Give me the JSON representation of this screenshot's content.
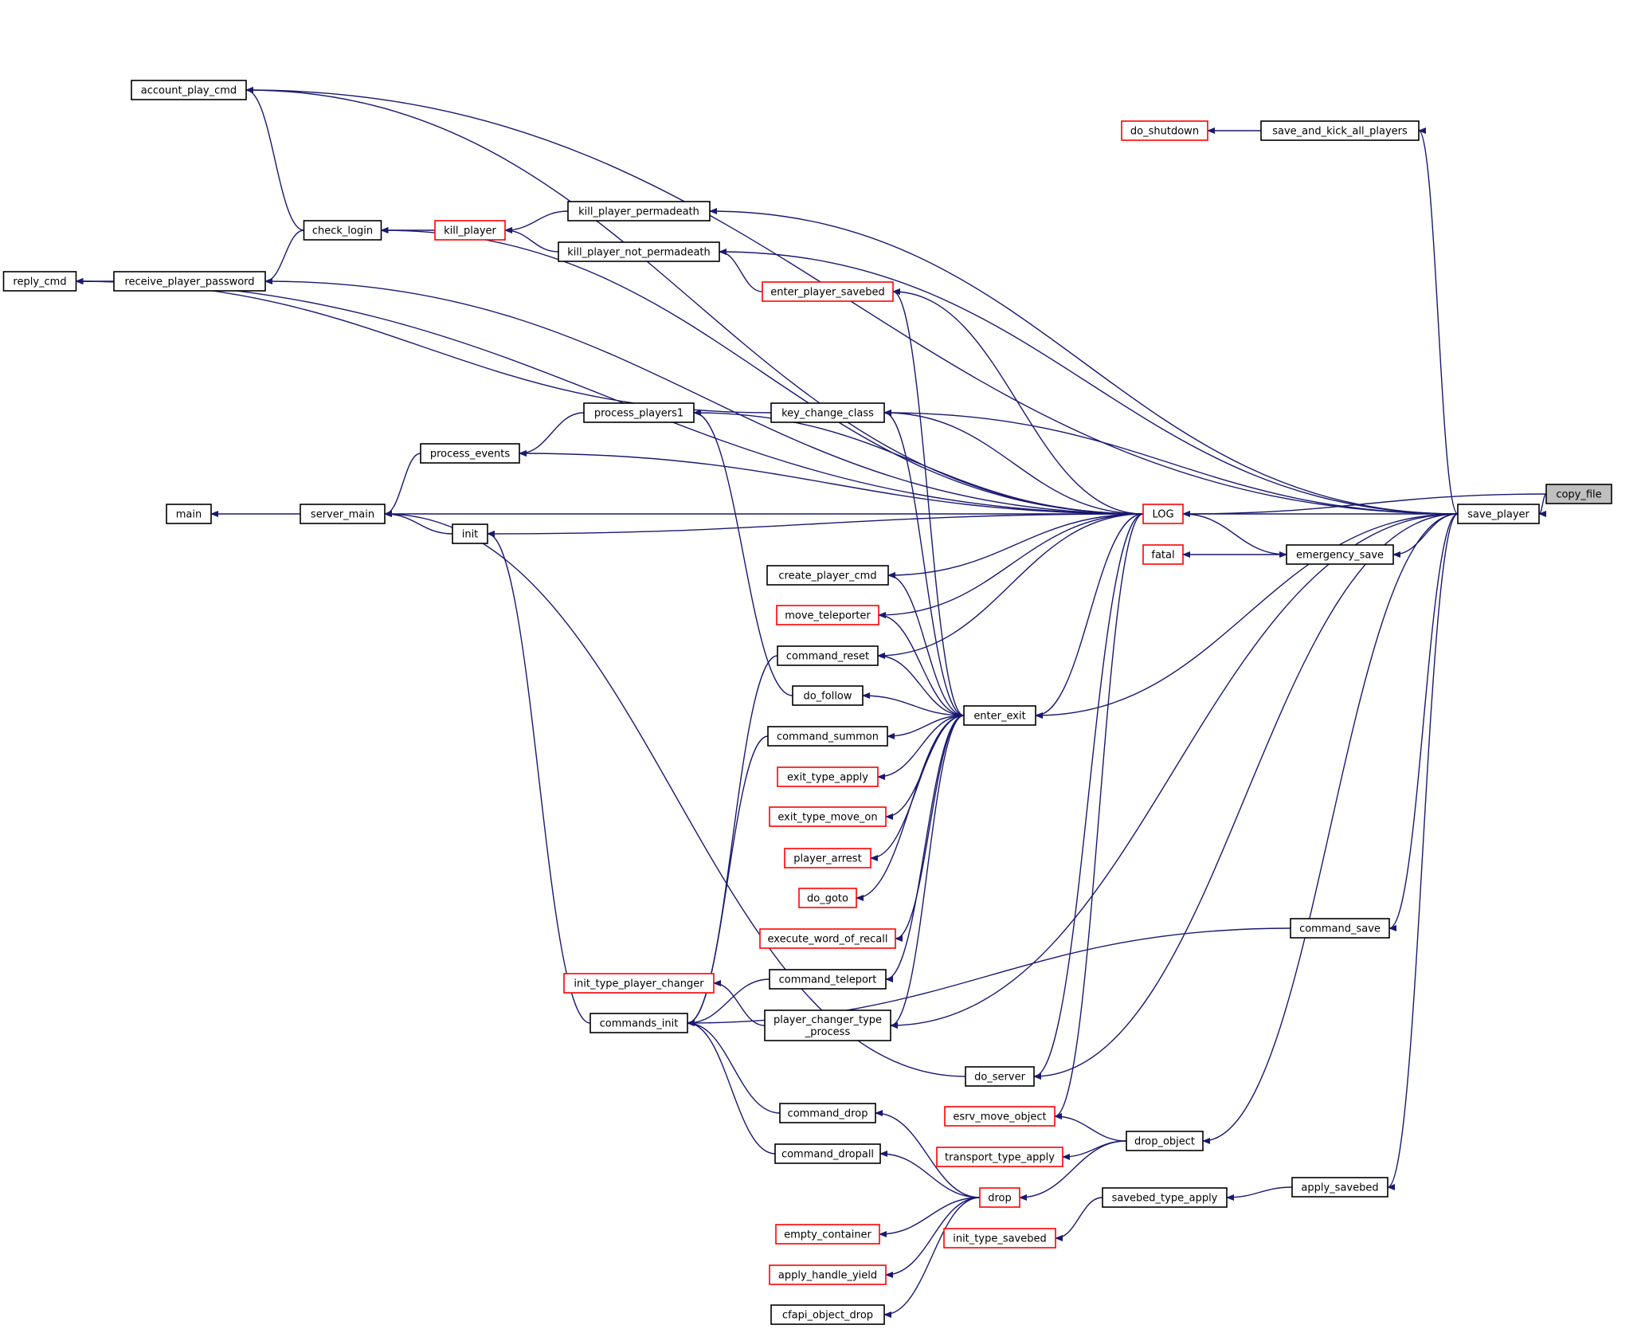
{
  "colors": {
    "edge": "#191970",
    "normal_border": "#000000",
    "truncated_border": "#ff0000",
    "focus_fill": "#bfbfbf"
  },
  "nodes": [
    {
      "id": "copy_file",
      "label": "copy_file",
      "style": "focus"
    },
    {
      "id": "save_player",
      "label": "save_player",
      "style": "normal"
    },
    {
      "id": "LOG",
      "label": "LOG",
      "style": "truncated"
    },
    {
      "id": "account_play_cmd",
      "label": "account_play_cmd",
      "style": "normal"
    },
    {
      "id": "check_login",
      "label": "check_login",
      "style": "normal"
    },
    {
      "id": "reply_cmd",
      "label": "reply_cmd",
      "style": "normal"
    },
    {
      "id": "receive_player_password",
      "label": "receive_player_password",
      "style": "normal"
    },
    {
      "id": "kill_player",
      "label": "kill_player",
      "style": "truncated"
    },
    {
      "id": "kill_player_permadeath",
      "label": "kill_player_permadeath",
      "style": "normal"
    },
    {
      "id": "kill_player_not_permadeath",
      "label": "kill_player_not_permadeath",
      "style": "normal"
    },
    {
      "id": "enter_player_savebed",
      "label": "enter_player_savebed",
      "style": "truncated"
    },
    {
      "id": "do_shutdown",
      "label": "do_shutdown",
      "style": "truncated"
    },
    {
      "id": "save_and_kick_all_players",
      "label": "save_and_kick_all_players",
      "style": "normal"
    },
    {
      "id": "key_change_class",
      "label": "key_change_class",
      "style": "normal"
    },
    {
      "id": "process_players1",
      "label": "process_players1",
      "style": "normal"
    },
    {
      "id": "process_events",
      "label": "process_events",
      "style": "normal"
    },
    {
      "id": "main",
      "label": "main",
      "style": "normal"
    },
    {
      "id": "server_main",
      "label": "server_main",
      "style": "normal"
    },
    {
      "id": "init",
      "label": "init",
      "style": "normal"
    },
    {
      "id": "fatal",
      "label": "fatal",
      "style": "truncated"
    },
    {
      "id": "emergency_save",
      "label": "emergency_save",
      "style": "normal"
    },
    {
      "id": "create_player_cmd",
      "label": "create_player_cmd",
      "style": "normal"
    },
    {
      "id": "move_teleporter",
      "label": "move_teleporter",
      "style": "truncated"
    },
    {
      "id": "command_reset",
      "label": "command_reset",
      "style": "normal"
    },
    {
      "id": "do_follow",
      "label": "do_follow",
      "style": "normal"
    },
    {
      "id": "enter_exit",
      "label": "enter_exit",
      "style": "normal"
    },
    {
      "id": "command_summon",
      "label": "command_summon",
      "style": "normal"
    },
    {
      "id": "exit_type_apply",
      "label": "exit_type_apply",
      "style": "truncated"
    },
    {
      "id": "exit_type_move_on",
      "label": "exit_type_move_on",
      "style": "truncated"
    },
    {
      "id": "player_arrest",
      "label": "player_arrest",
      "style": "truncated"
    },
    {
      "id": "do_goto",
      "label": "do_goto",
      "style": "truncated"
    },
    {
      "id": "execute_word_of_recall",
      "label": "execute_word_of_recall",
      "style": "truncated"
    },
    {
      "id": "command_save",
      "label": "command_save",
      "style": "normal"
    },
    {
      "id": "init_type_player_changer",
      "label": "init_type_player_changer",
      "style": "truncated"
    },
    {
      "id": "command_teleport",
      "label": "command_teleport",
      "style": "normal"
    },
    {
      "id": "commands_init",
      "label": "commands_init",
      "style": "normal"
    },
    {
      "id": "player_changer_type_process",
      "label": "player_changer_type\n_process",
      "style": "normal"
    },
    {
      "id": "do_server",
      "label": "do_server",
      "style": "normal"
    },
    {
      "id": "esrv_move_object",
      "label": "esrv_move_object",
      "style": "truncated"
    },
    {
      "id": "command_drop",
      "label": "command_drop",
      "style": "normal"
    },
    {
      "id": "drop_object",
      "label": "drop_object",
      "style": "normal"
    },
    {
      "id": "transport_type_apply",
      "label": "transport_type_apply",
      "style": "truncated"
    },
    {
      "id": "command_dropall",
      "label": "command_dropall",
      "style": "normal"
    },
    {
      "id": "drop",
      "label": "drop",
      "style": "truncated"
    },
    {
      "id": "savebed_type_apply",
      "label": "savebed_type_apply",
      "style": "normal"
    },
    {
      "id": "apply_savebed",
      "label": "apply_savebed",
      "style": "normal"
    },
    {
      "id": "empty_container",
      "label": "empty_container",
      "style": "truncated"
    },
    {
      "id": "init_type_savebed",
      "label": "init_type_savebed",
      "style": "truncated"
    },
    {
      "id": "apply_handle_yield",
      "label": "apply_handle_yield",
      "style": "truncated"
    },
    {
      "id": "cfapi_object_drop",
      "label": "cfapi_object_drop",
      "style": "normal"
    }
  ],
  "edges": [
    [
      "copy_file",
      "LOG"
    ],
    [
      "copy_file",
      "save_player"
    ],
    [
      "save_player",
      "LOG"
    ],
    [
      "save_player",
      "account_play_cmd"
    ],
    [
      "save_player",
      "save_and_kick_all_players"
    ],
    [
      "save_player",
      "kill_player_permadeath"
    ],
    [
      "save_player",
      "kill_player_not_permadeath"
    ],
    [
      "save_player",
      "key_change_class"
    ],
    [
      "save_player",
      "emergency_save"
    ],
    [
      "save_player",
      "enter_exit"
    ],
    [
      "save_player",
      "player_changer_type_process"
    ],
    [
      "save_player",
      "command_save"
    ],
    [
      "save_player",
      "do_server"
    ],
    [
      "save_player",
      "drop_object"
    ],
    [
      "save_player",
      "apply_savebed"
    ],
    [
      "LOG",
      "account_play_cmd"
    ],
    [
      "LOG",
      "reply_cmd"
    ],
    [
      "LOG",
      "check_login"
    ],
    [
      "LOG",
      "receive_player_password"
    ],
    [
      "LOG",
      "enter_player_savebed"
    ],
    [
      "LOG",
      "key_change_class"
    ],
    [
      "LOG",
      "process_events"
    ],
    [
      "LOG",
      "server_main"
    ],
    [
      "LOG",
      "init"
    ],
    [
      "LOG",
      "emergency_save"
    ],
    [
      "LOG",
      "create_player_cmd"
    ],
    [
      "LOG",
      "move_teleporter"
    ],
    [
      "LOG",
      "command_reset"
    ],
    [
      "LOG",
      "enter_exit"
    ],
    [
      "LOG",
      "do_server"
    ],
    [
      "LOG",
      "esrv_move_object"
    ],
    [
      "LOG",
      "process_players1"
    ],
    [
      "check_login",
      "account_play_cmd"
    ],
    [
      "check_login",
      "receive_player_password"
    ],
    [
      "receive_player_password",
      "reply_cmd"
    ],
    [
      "kill_player",
      "check_login"
    ],
    [
      "kill_player_permadeath",
      "kill_player"
    ],
    [
      "kill_player_not_permadeath",
      "kill_player"
    ],
    [
      "enter_player_savebed",
      "kill_player_not_permadeath"
    ],
    [
      "save_and_kick_all_players",
      "do_shutdown"
    ],
    [
      "key_change_class",
      "reply_cmd"
    ],
    [
      "process_players1",
      "process_events"
    ],
    [
      "process_events",
      "server_main"
    ],
    [
      "server_main",
      "main"
    ],
    [
      "init",
      "server_main"
    ],
    [
      "emergency_save",
      "fatal"
    ],
    [
      "enter_exit",
      "enter_player_savebed"
    ],
    [
      "enter_exit",
      "key_change_class"
    ],
    [
      "enter_exit",
      "create_player_cmd"
    ],
    [
      "enter_exit",
      "move_teleporter"
    ],
    [
      "enter_exit",
      "command_reset"
    ],
    [
      "enter_exit",
      "do_follow"
    ],
    [
      "enter_exit",
      "command_summon"
    ],
    [
      "enter_exit",
      "exit_type_apply"
    ],
    [
      "enter_exit",
      "exit_type_move_on"
    ],
    [
      "enter_exit",
      "player_arrest"
    ],
    [
      "enter_exit",
      "do_goto"
    ],
    [
      "enter_exit",
      "execute_word_of_recall"
    ],
    [
      "enter_exit",
      "command_teleport"
    ],
    [
      "enter_exit",
      "player_changer_type_process"
    ],
    [
      "command_reset",
      "commands_init"
    ],
    [
      "do_follow",
      "process_players1"
    ],
    [
      "command_summon",
      "commands_init"
    ],
    [
      "command_save",
      "commands_init"
    ],
    [
      "command_teleport",
      "commands_init"
    ],
    [
      "player_changer_type_process",
      "init_type_player_changer"
    ],
    [
      "commands_init",
      "init"
    ],
    [
      "do_server",
      "server_main"
    ],
    [
      "drop_object",
      "esrv_move_object"
    ],
    [
      "drop_object",
      "transport_type_apply"
    ],
    [
      "drop_object",
      "drop"
    ],
    [
      "command_drop",
      "commands_init"
    ],
    [
      "command_dropall",
      "commands_init"
    ],
    [
      "drop",
      "command_drop"
    ],
    [
      "drop",
      "command_dropall"
    ],
    [
      "drop",
      "empty_container"
    ],
    [
      "drop",
      "apply_handle_yield"
    ],
    [
      "drop",
      "cfapi_object_drop"
    ],
    [
      "apply_savebed",
      "savebed_type_apply"
    ],
    [
      "savebed_type_apply",
      "init_type_savebed"
    ]
  ]
}
